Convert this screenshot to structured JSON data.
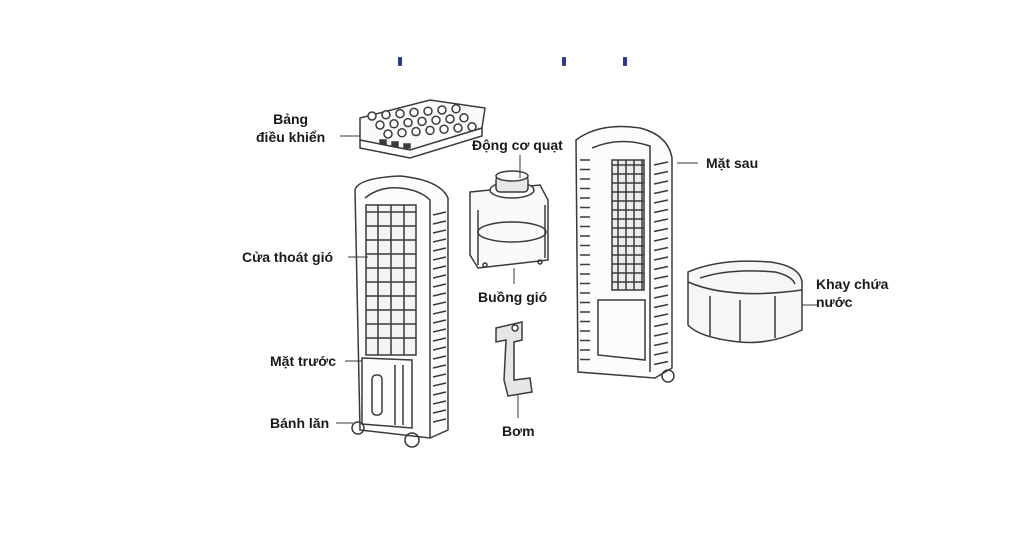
{
  "colors": {
    "background": "#ffffff",
    "line": "#3a3a3a",
    "text": "#1a1a1a",
    "title_fragment": "#2b3a8c"
  },
  "labels": {
    "control_panel": [
      "Bảng",
      "điều khiển"
    ],
    "fan_motor": "Động cơ quạt",
    "back_panel": "Mặt sau",
    "air_outlet": "Cửa thoát gió",
    "fan_chamber": "Buồng gió",
    "water_tray": [
      "Khay chứa",
      "nước"
    ],
    "front_panel": "Mặt trước",
    "casters": "Bánh lăn",
    "pump": "Bơm"
  }
}
